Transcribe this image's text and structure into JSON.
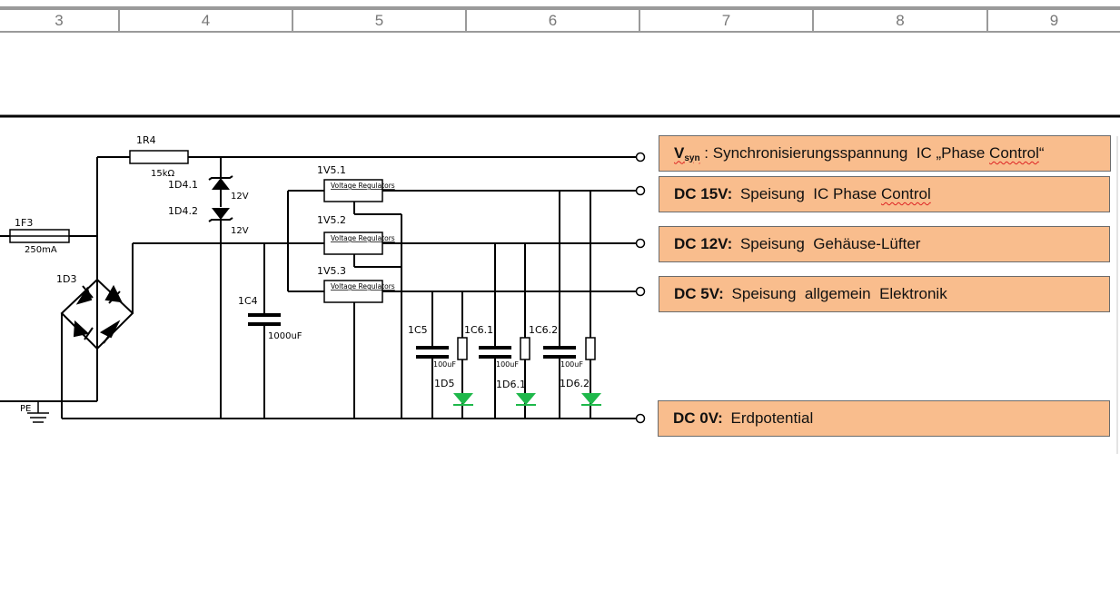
{
  "ruler": {
    "columns": [
      "3",
      "4",
      "5",
      "6",
      "7",
      "8",
      "9"
    ]
  },
  "components": {
    "r4": {
      "ref": "1R4",
      "value": "15kΩ"
    },
    "f3": {
      "ref": "1F3",
      "value": "250mA"
    },
    "d3": {
      "ref": "1D3"
    },
    "d4_1": {
      "ref": "1D4.1",
      "value": "12V"
    },
    "d4_2": {
      "ref": "1D4.2",
      "value": "12V"
    },
    "c4": {
      "ref": "1C4",
      "value": "1000uF"
    },
    "v5_1": {
      "ref": "1V5.1",
      "text": "Voltage Regulators"
    },
    "v5_2": {
      "ref": "1V5.2",
      "text": "Voltage Regulators"
    },
    "v5_3": {
      "ref": "1V5.3",
      "text": "Voltage Regulators"
    },
    "c5": {
      "ref": "1C5",
      "value": "100uF"
    },
    "c6_1": {
      "ref": "1C6.1",
      "value": "100uF"
    },
    "c6_2": {
      "ref": "1C6.2",
      "value": "100uF"
    },
    "d5": {
      "ref": "1D5"
    },
    "d6_1": {
      "ref": "1D6.1"
    },
    "d6_2": {
      "ref": "1D6.2"
    },
    "pe": {
      "ref": "PE"
    }
  },
  "outputs": {
    "vsyn": {
      "prefix": "V",
      "sub": "syn",
      "text_a": " : Synchronisierungsspannung  IC „Phase ",
      "text_b": "Control",
      "text_c": "“"
    },
    "dc15": {
      "bold": "DC 15V:",
      "text_a": " Speisung  IC Phase ",
      "text_b": "Control"
    },
    "dc12": {
      "bold": "DC 12V:",
      "text": " Speisung  Gehäuse-Lüfter"
    },
    "dc5": {
      "bold": "DC 5V:",
      "text": " Speisung  allgemein  Elektronik"
    },
    "dc0": {
      "bold": "DC 0V:",
      "text": " Erdpotential"
    }
  },
  "colors": {
    "label_fill": "#f9bd8d",
    "led_green": "#1fb84b",
    "wire": "#000000",
    "ruler": "#9a9a9a"
  }
}
